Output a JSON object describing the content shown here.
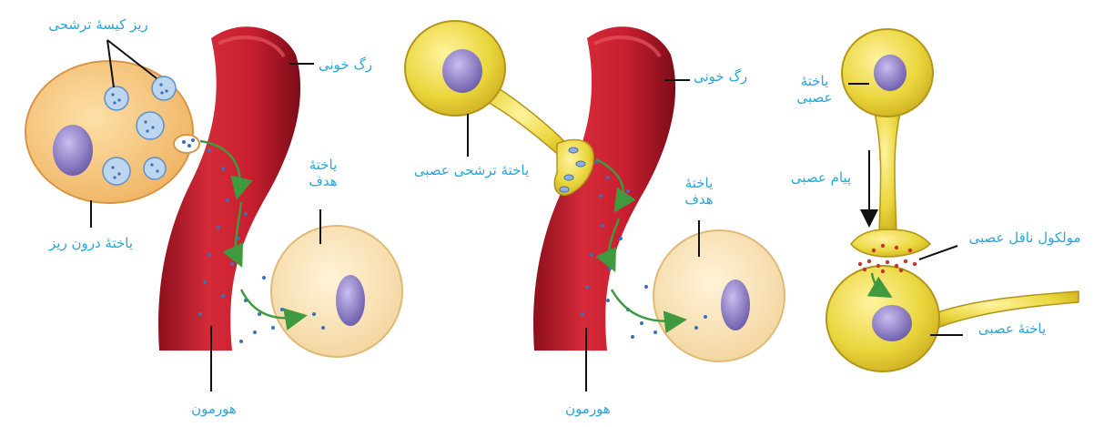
{
  "colors": {
    "label": "#27a7d8",
    "vessel": "#c41f2e",
    "endocrine_cell": "#f5c884",
    "target_cell": "#f8e3b5",
    "neuron": "#e8d23a",
    "nucleus": "#8a79c0",
    "arrow": "#3f9a3f",
    "leader_line": "#111111"
  },
  "panels": [
    {
      "name": "endocrine-signaling",
      "labels": {
        "vesicles": "ریز کیسهٔ ترشحی",
        "blood_vessel": "رگ خونی",
        "target_cell": "یاختهٔ\nهدف",
        "endocrine_cell": "یاختهٔ درون ریز",
        "hormone": "هورمون"
      }
    },
    {
      "name": "neurosecretory-signaling",
      "labels": {
        "blood_vessel": "رگ خونی",
        "neurosecretory_cell": "یاختهٔ ترشحی عصبی",
        "target_cell": "یاختهٔ\nهدف",
        "hormone": "هورمون"
      }
    },
    {
      "name": "synaptic-signaling",
      "labels": {
        "nerve_cell_top": "یاختهٔ\nعصبی",
        "nerve_message": "پیام عصبی",
        "neurotransmitter": "مولکول ناقل عصبی",
        "nerve_cell_bottom": "یاختهٔ عصبی"
      }
    }
  ]
}
